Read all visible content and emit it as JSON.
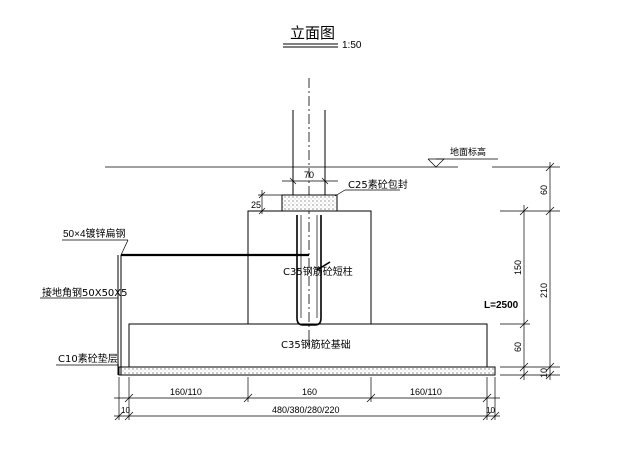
{
  "title": "立面图",
  "scale": "1:50",
  "labels": {
    "ground_level": "地面标高",
    "cap": "C25素砼包封",
    "flat_steel": "50×4镀锌扁钢",
    "angle_steel": "接地角钢50X50X5",
    "bedding": "C10素砼垫层",
    "short_column": "C35钢筋砼短柱",
    "foundation": "C35钢筋砼基础",
    "length": "L=2500"
  },
  "dimensions": {
    "pipe_width": "70",
    "cap_height": "25",
    "right_top": "60",
    "right_column": "150",
    "right_base": "60",
    "right_total": "210",
    "right_bedding": "10",
    "bottom_left": "160/110",
    "bottom_mid": "160",
    "bottom_right": "160/110",
    "bottom_total": "480/380/280/220",
    "bottom_edge_left": "10",
    "bottom_edge_right": "10"
  }
}
